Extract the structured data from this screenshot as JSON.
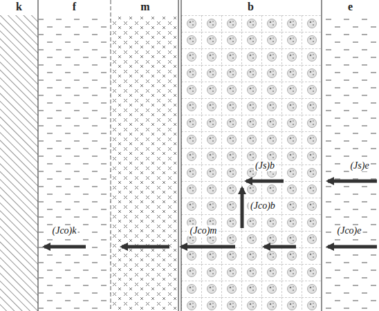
{
  "diagram": {
    "nodes": [
      {
        "text": [
          "k"
        ]
      },
      {
        "text": [
          "f"
        ]
      },
      {
        "text": [
          "m"
        ]
      },
      {
        "text": [
          "b"
        ]
      },
      {
        "text": [
          "e"
        ]
      }
    ],
    "labels": [
      "(Js)b",
      "(Js)e",
      "(Jco)k",
      "(Jco)m",
      "(Jco)b",
      "(Jco)e"
    ]
  }
}
